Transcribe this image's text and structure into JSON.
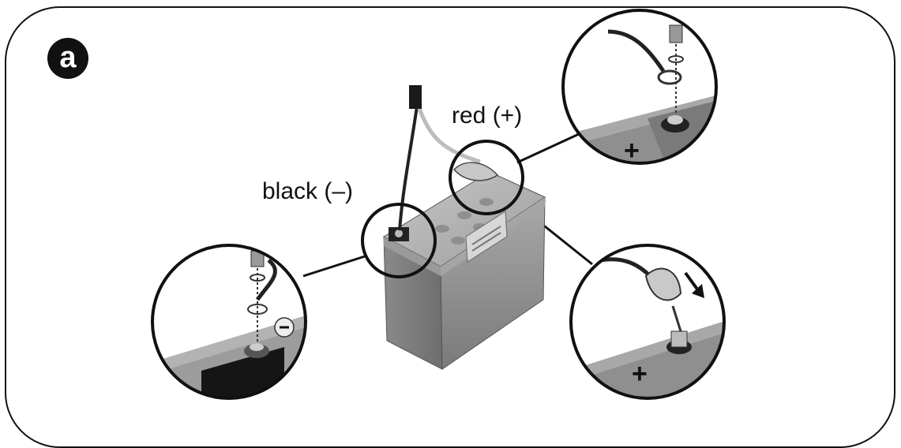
{
  "figure": {
    "step_badge": "a",
    "labels": {
      "red_terminal": "red (+)",
      "black_terminal": "black (–)"
    },
    "icons": {
      "positive_symbol": "plus-icon",
      "negative_symbol": "minus-icon",
      "direction_arrow": "arrow-down-icon"
    },
    "colors": {
      "outline": "#111111",
      "battery_body": "#8e8e8e",
      "battery_top": "#b4b4b4"
    }
  }
}
